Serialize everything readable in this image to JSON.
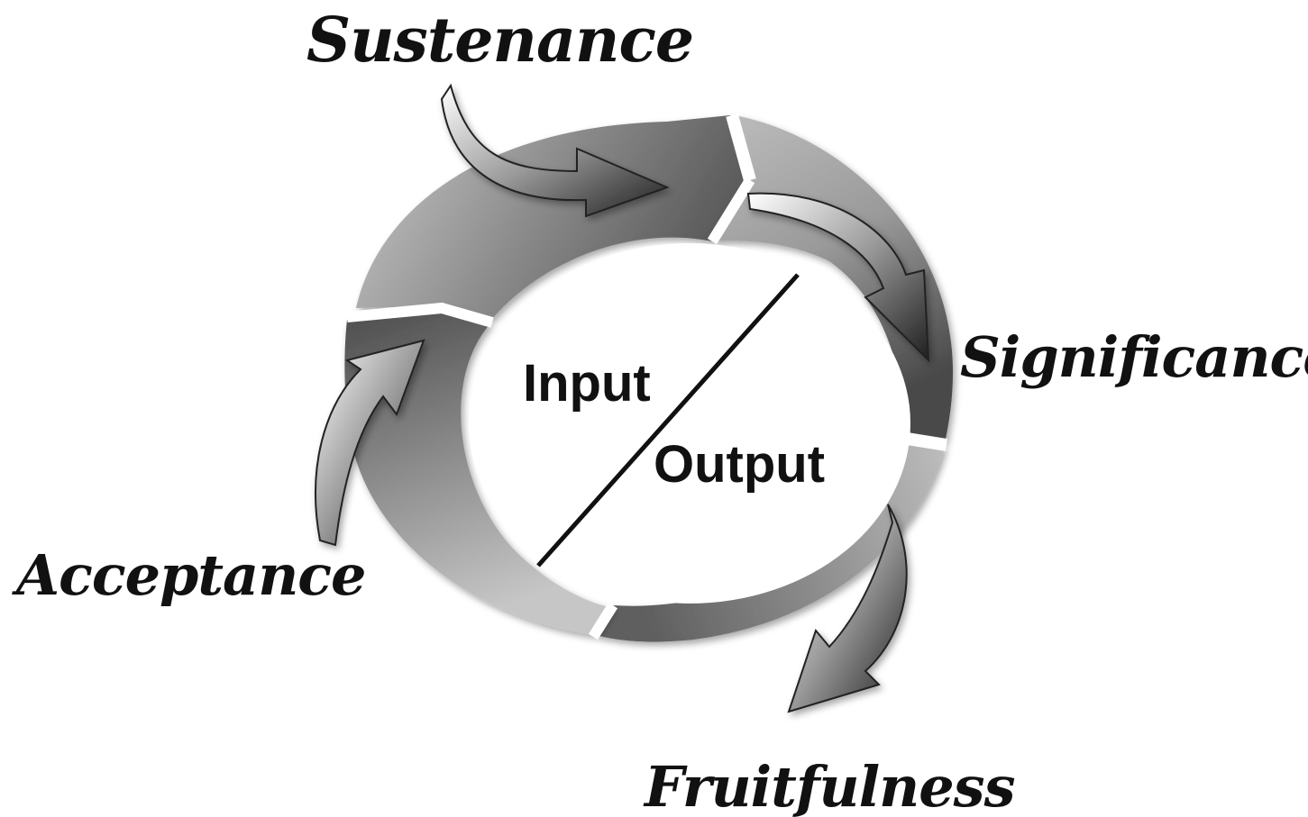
{
  "diagram": {
    "labels": {
      "sustenance": "Sustenance",
      "significance": "Significance",
      "acceptance": "Acceptance",
      "fruitfulness": "Fruitfulness"
    },
    "center": {
      "input": "Input",
      "output": "Output"
    },
    "colors": {
      "ring_light": "#b3b3b3",
      "ring_mid": "#8c8c8c",
      "ring_dark": "#555555",
      "ink": "#111111",
      "background": "#ffffff"
    }
  }
}
